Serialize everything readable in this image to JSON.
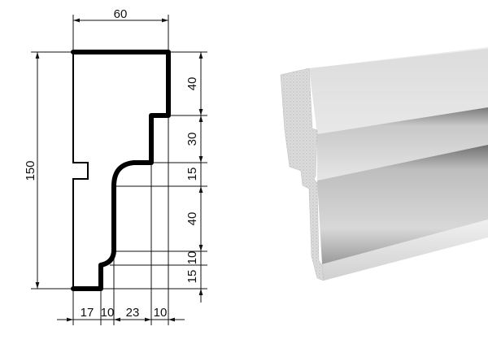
{
  "drawing": {
    "overall_width": "60",
    "overall_height": "150",
    "right_dimensions": [
      "40",
      "30",
      "15",
      "40",
      "10",
      "15"
    ],
    "bottom_dimensions": [
      "17",
      "10",
      "23",
      "10"
    ]
  },
  "colors": {
    "profile": "#000000",
    "render_light": "#e4e4e4",
    "render_dark": "#8a8a8a",
    "foam": "#d8d8d8"
  }
}
